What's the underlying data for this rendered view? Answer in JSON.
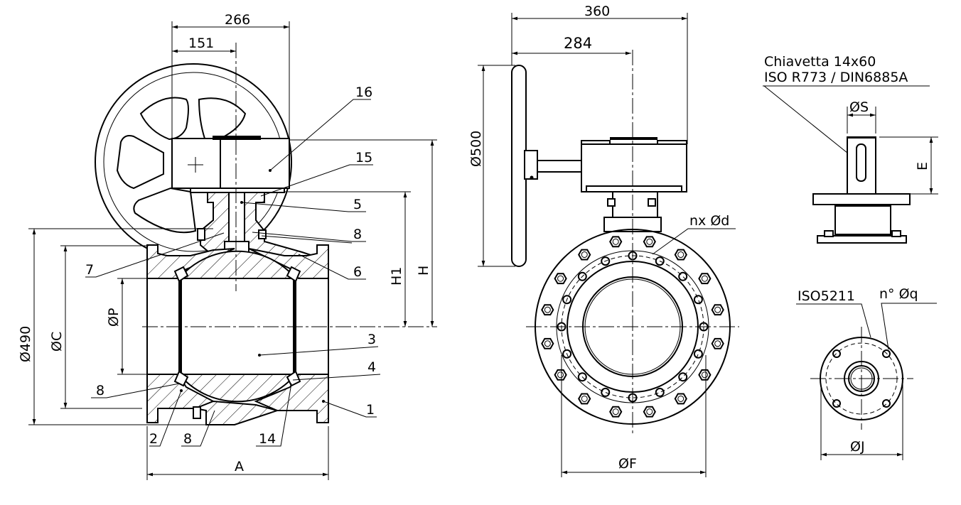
{
  "side_view": {
    "dim_266": "266",
    "dim_151": "151",
    "dim_diam_490": "Ø490",
    "dim_diam_c": "ØC",
    "dim_diam_p": "ØP",
    "dim_h1": "H1",
    "dim_h": "H",
    "dim_a": "A",
    "parts": {
      "p16": "16",
      "p15": "15",
      "p5": "5",
      "p8a": "8",
      "p6": "6",
      "p7": "7",
      "p3": "3",
      "p4": "4",
      "p8b": "8",
      "p1": "1",
      "p2": "2",
      "p8c": "8",
      "p14": "14"
    }
  },
  "front_view": {
    "dim_360": "360",
    "dim_284": "284",
    "dim_diam_500": "Ø500",
    "dim_diam_f": "ØF",
    "holes_label": "nx Ød"
  },
  "detail_view": {
    "key_line1": "Chiavetta 14x60",
    "key_line2": "ISO R773 / DIN6885A",
    "dim_diam_s": "ØS",
    "dim_e": "E",
    "iso_label": "ISO5211",
    "holes_label": "n° Øq",
    "dim_diam_j": "ØJ"
  }
}
